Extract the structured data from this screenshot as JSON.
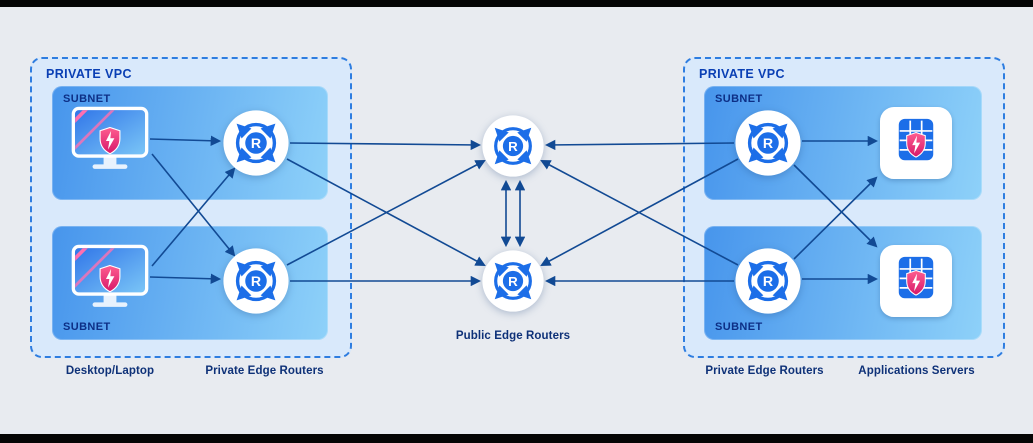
{
  "left_vpc": {
    "label": "PRIVATE VPC",
    "subnets": [
      {
        "label": "SUBNET"
      },
      {
        "label": "SUBNET"
      }
    ]
  },
  "right_vpc": {
    "label": "PRIVATE VPC",
    "subnets": [
      {
        "label": "SUBNET"
      },
      {
        "label": "SUBNET"
      }
    ]
  },
  "captions": {
    "desktop": "Desktop/Laptop",
    "left_private_routers": "Private Edge Routers",
    "public_routers": "Public Edge Routers",
    "right_private_routers": "Private Edge Routers",
    "app_servers": "Applications Servers"
  },
  "icons": {
    "router_letter": "R",
    "router": "router-icon",
    "desktop": "desktop-monitor-icon",
    "server": "application-server-icon",
    "shield": "security-shield-icon"
  },
  "colors": {
    "background": "#e8ebf0",
    "vpc_fill": "#d9e9fb",
    "vpc_border": "#2e7de0",
    "subnet_gradient_start": "#4795ec",
    "subnet_gradient_end": "#8ed1f9",
    "router_blue": "#1c6ee8",
    "shield_red": "#e0216b",
    "arrow_navy": "#124a94",
    "label_navy": "#0e3178"
  }
}
